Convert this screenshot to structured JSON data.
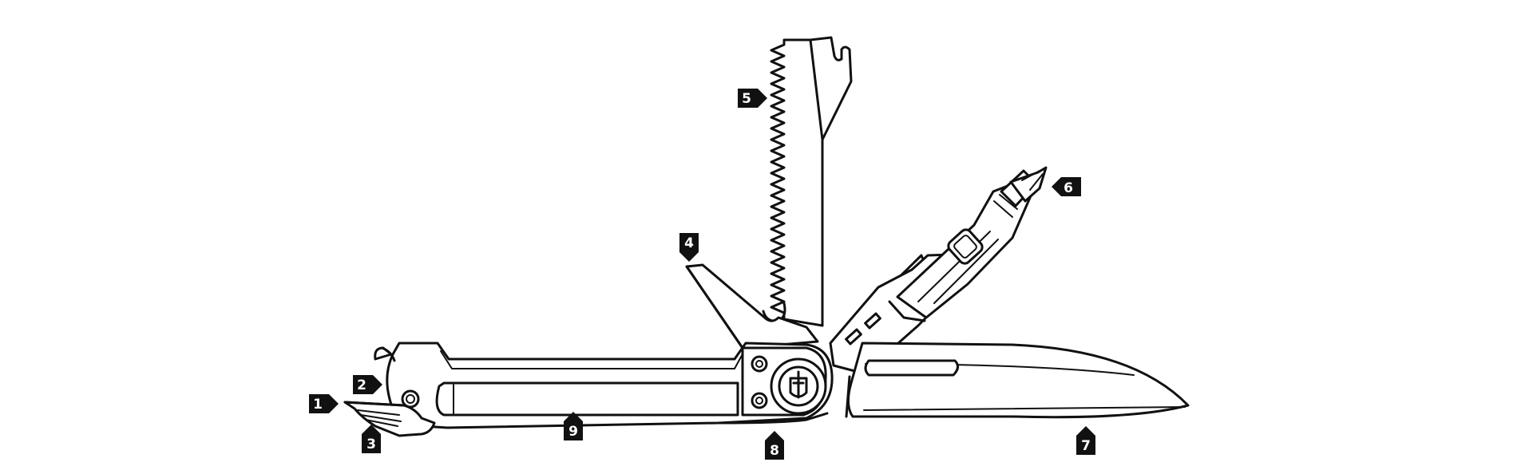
{
  "colors": {
    "line": "#111111",
    "background": "#ffffff",
    "callout": "#111111",
    "callout_text": "#ffffff"
  },
  "callouts": [
    {
      "id": "c1",
      "label": "1"
    },
    {
      "id": "c2",
      "label": "2"
    },
    {
      "id": "c3",
      "label": "3"
    },
    {
      "id": "c4",
      "label": "4"
    },
    {
      "id": "c5",
      "label": "5"
    },
    {
      "id": "c6",
      "label": "6"
    },
    {
      "id": "c7",
      "label": "7"
    },
    {
      "id": "c8",
      "label": "8"
    },
    {
      "id": "c9",
      "label": "9"
    }
  ]
}
